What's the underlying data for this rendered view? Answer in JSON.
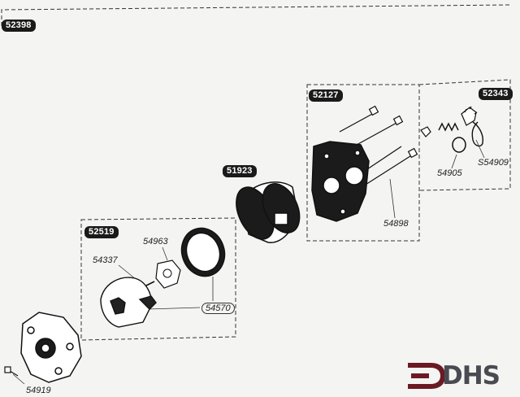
{
  "groups": {
    "kit_52398": "52398",
    "kit_52127": "52127",
    "kit_52343": "52343",
    "kit_51923": "51923",
    "kit_52519": "52519"
  },
  "parts": {
    "p54905": "54905",
    "pS54909": "S54909",
    "p54898": "54898",
    "p54963": "54963",
    "p54337": "54337",
    "p54570": "54570",
    "p54919": "54919"
  },
  "brand": {
    "name": "DHS",
    "color": "#6b1a24",
    "text_color": "#4a4a52"
  }
}
